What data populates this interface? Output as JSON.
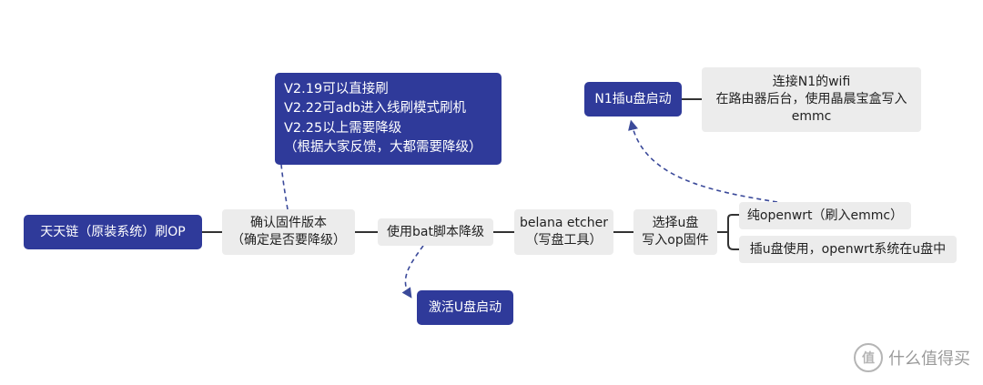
{
  "nodes": {
    "root": "天天链（原装系统）刷OP",
    "confirm_firmware": [
      "确认固件版本",
      "（确定是否要降级）"
    ],
    "version_notes": [
      "V2.19可以直接刷",
      "V2.22可adb进入线刷模式刷机",
      "V2.25以上需要降级",
      "（根据大家反馈，大都需要降级）"
    ],
    "bat_downgrade": "使用bat脚本降级",
    "activate_usb": "激活U盘启动",
    "etcher": [
      "belana etcher",
      "（写盘工具）"
    ],
    "select_usb": [
      "选择u盘",
      "写入op固件"
    ],
    "pure_openwrt": "纯openwrt（刷入emmc）",
    "usb_use": "插u盘使用，openwrt系统在u盘中",
    "n1_usb_boot": "N1插u盘启动",
    "wifi_note": [
      "连接N1的wifi",
      "在路由器后台，使用晶晨宝盒写入",
      "emmc"
    ]
  },
  "colors": {
    "accent_node": "#2f3a9a",
    "plain_node": "#ececec",
    "line": "#333333",
    "dashed_line": "#3b4a9a"
  },
  "watermark": {
    "icon_char": "值",
    "text": "什么值得买"
  }
}
